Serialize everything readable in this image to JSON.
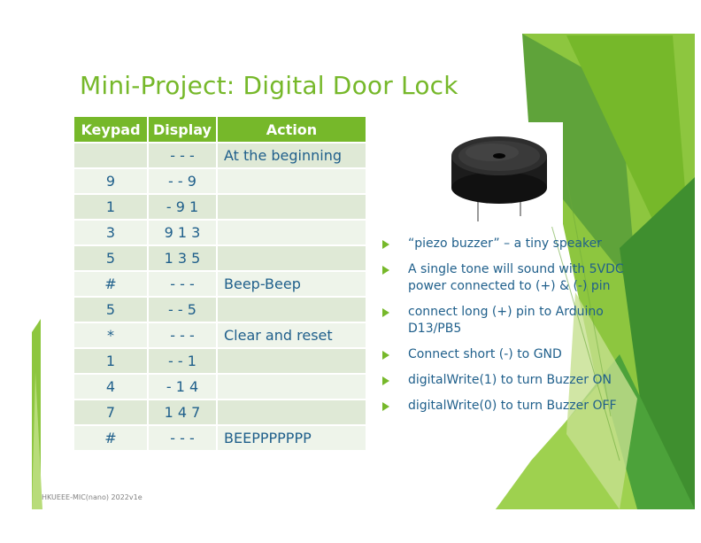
{
  "slide": {
    "title": "Mini-Project: Digital Door Lock",
    "footer": "HKUEEE-MIC(nano) 2022v1e",
    "accent_color": "#76b82a",
    "text_color": "#1f5f8b"
  },
  "table": {
    "headers": [
      "Keypad",
      "Display",
      "Action"
    ],
    "rows": [
      [
        "",
        "- - -",
        "At the beginning"
      ],
      [
        "9",
        "- - 9",
        ""
      ],
      [
        "1",
        "- 9 1",
        ""
      ],
      [
        "3",
        "9 1 3",
        ""
      ],
      [
        "5",
        "1 3 5",
        ""
      ],
      [
        "#",
        "- - -",
        "Beep-Beep"
      ],
      [
        "5",
        "- - 5",
        ""
      ],
      [
        "*",
        "- - -",
        "Clear and reset"
      ],
      [
        "1",
        "- - 1",
        ""
      ],
      [
        "4",
        "- 1 4",
        ""
      ],
      [
        "7",
        "1 4 7",
        ""
      ],
      [
        "#",
        "- - -",
        "BEEPPPPPPP"
      ]
    ]
  },
  "bullets": [
    {
      "icon": "triangle-bullet-icon",
      "text": "“piezo buzzer” – a tiny speaker"
    },
    {
      "icon": "triangle-bullet-icon",
      "text": "A single tone will sound with 5VDC power connected to (+) & (-) pin"
    },
    {
      "icon": "triangle-bullet-icon",
      "text": "connect long (+) pin to Arduino D13/PB5"
    },
    {
      "icon": "triangle-bullet-icon",
      "text": "Connect short (-) to GND"
    },
    {
      "icon": "triangle-bullet-icon",
      "text": "digitalWrite(1) to turn Buzzer ON"
    },
    {
      "icon": "triangle-bullet-icon",
      "text": "digitalWrite(0) to turn Buzzer OFF"
    }
  ],
  "image": {
    "icon": "piezo-buzzer-photo"
  }
}
